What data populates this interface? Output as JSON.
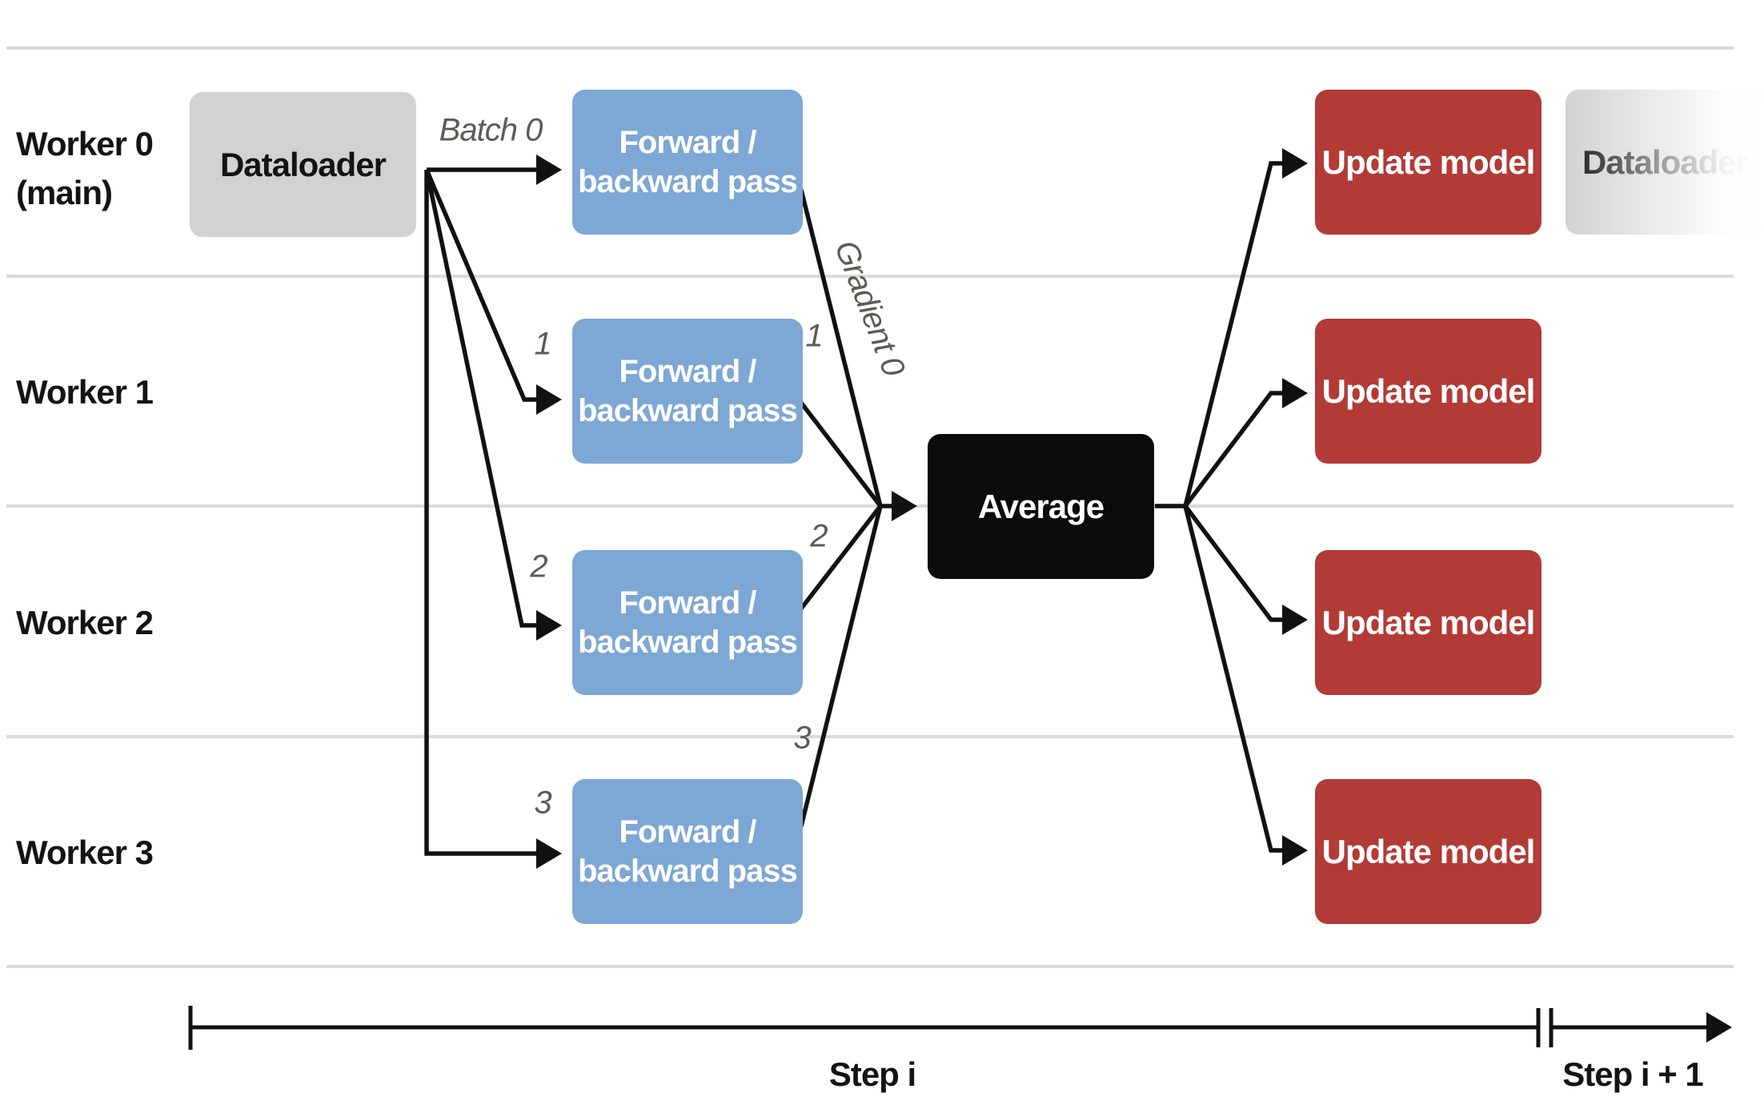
{
  "colors": {
    "blue": "#7da7d4",
    "red": "#b23b36",
    "graybox": "#d2d2d0",
    "blackbox": "#0b0b0b",
    "separator": "#dadad8",
    "annot": "#5d5b54",
    "line": "#111111"
  },
  "workers": [
    {
      "line1": "Worker 0",
      "line2": "(main)"
    },
    {
      "label": "Worker 1"
    },
    {
      "label": "Worker 2"
    },
    {
      "label": "Worker 3"
    }
  ],
  "boxes": {
    "dataloader": "Dataloader",
    "forward_line1": "Forward /",
    "forward_line2": "backward pass",
    "average": "Average",
    "update": "Update model",
    "dataloader_next": "Dataloader"
  },
  "annotations": {
    "batch0": "Batch 0",
    "batch1": "1",
    "batch2": "2",
    "batch3": "3",
    "gradient0": "Gradient 0",
    "gradient1": "1",
    "gradient2": "2",
    "gradient3": "3"
  },
  "timeline": {
    "step_i": "Step i",
    "step_i_plus_1": "Step i + 1"
  }
}
